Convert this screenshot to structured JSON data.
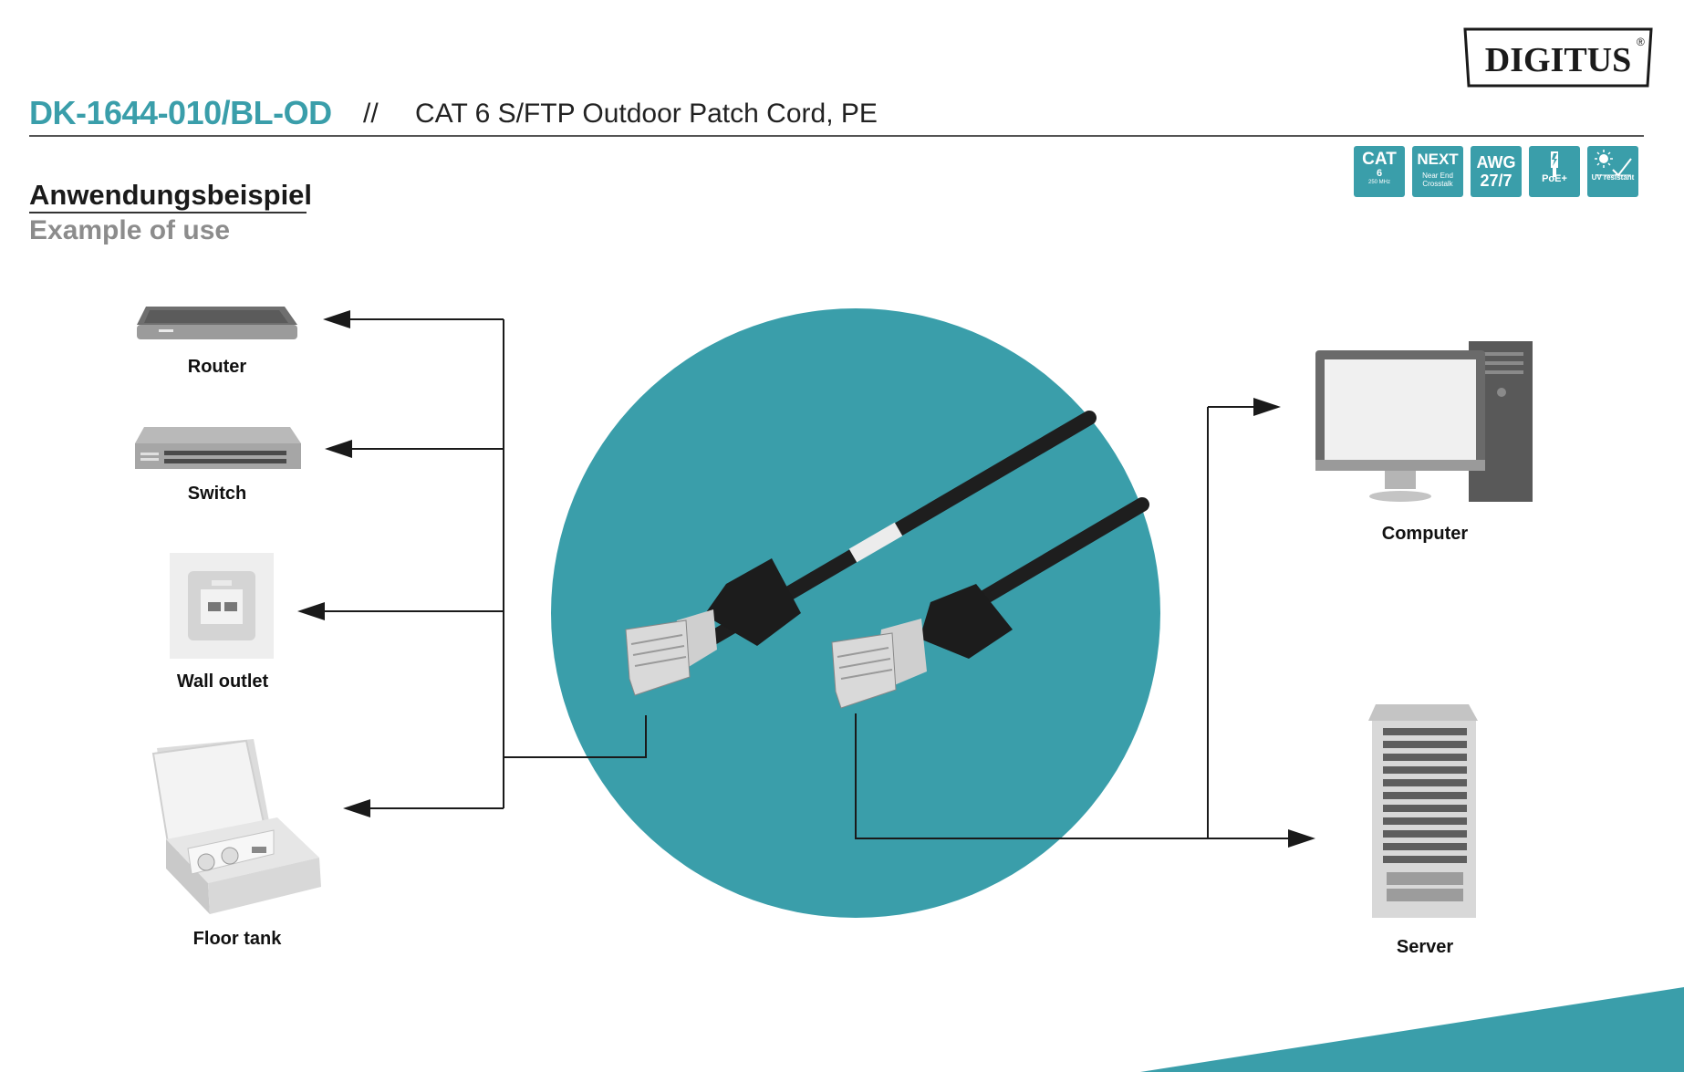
{
  "header": {
    "brand": "DIGITUS",
    "brand_mark": "®",
    "product_code": "DK-1644-010/BL-OD",
    "separator": "//",
    "product_title": "CAT 6 S/FTP Outdoor Patch Cord, PE"
  },
  "badges": [
    {
      "main": "CAT",
      "sub": "6",
      "tiny": "250 MHz"
    },
    {
      "main": "NEXT",
      "sub": "Near End",
      "tiny": "Crosstalk"
    },
    {
      "main": "AWG",
      "sub": "27/7"
    },
    {
      "caption": "PoE+",
      "icon": "poe-plug-icon"
    },
    {
      "caption": "UV resistant",
      "icon": "sun-icon"
    }
  ],
  "section": {
    "title_de": "Anwendungsbeispiel",
    "title_en": "Example of use"
  },
  "devices": {
    "router": "Router",
    "switch": "Switch",
    "wall_outlet": "Wall outlet",
    "floor_tank": "Floor tank",
    "computer": "Computer",
    "server": "Server"
  },
  "colors": {
    "accent": "#3a9eaa",
    "circle": "#3a9eaa",
    "cable": "#1e1e1e",
    "device_gray": "#8a8a8a"
  }
}
